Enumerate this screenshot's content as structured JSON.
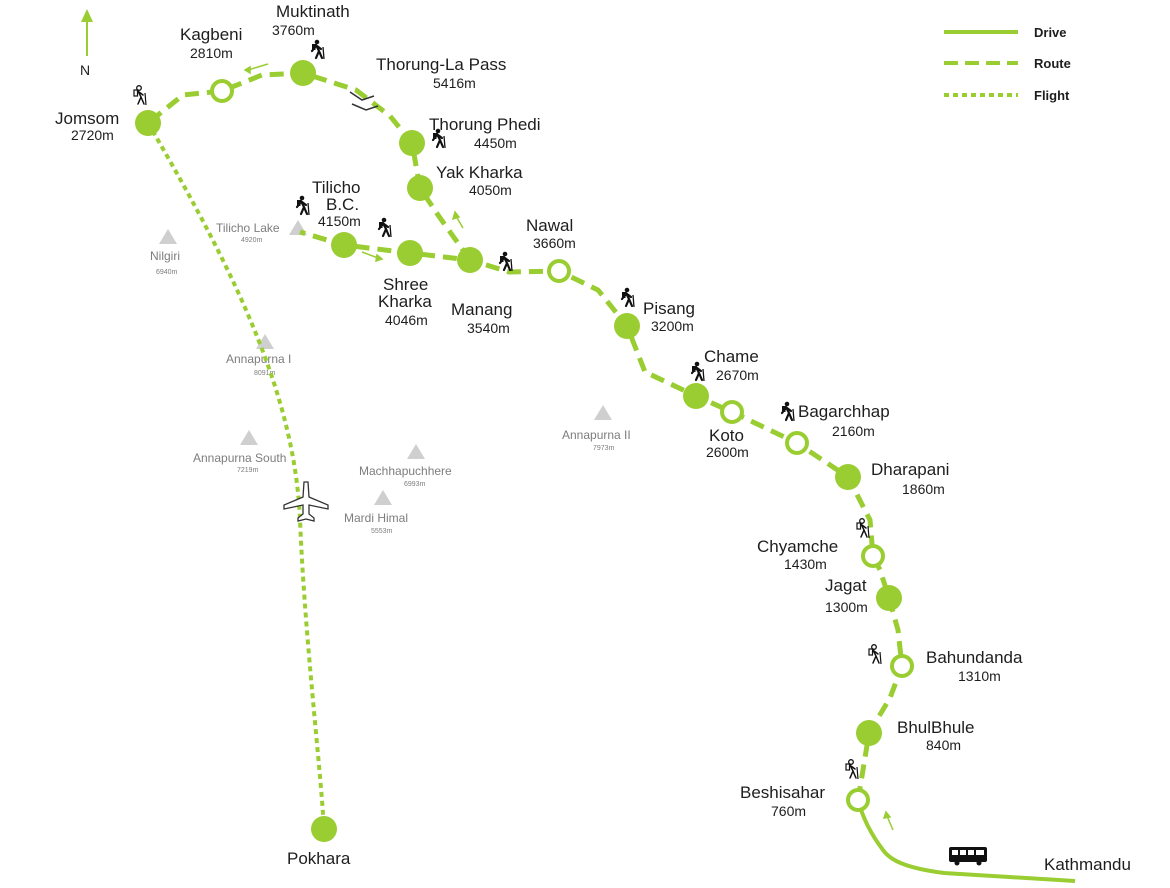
{
  "compass": {
    "label": "N",
    "icon": "north-arrow-icon"
  },
  "legend": [
    {
      "key": "drive",
      "label": "Drive"
    },
    {
      "key": "route",
      "label": "Route"
    },
    {
      "key": "flight",
      "label": "Flight"
    }
  ],
  "colors": {
    "route": "#9acd32",
    "peak": "#cfcfcf",
    "text": "#1e1e1e",
    "peak_text": "#7d7d7d"
  },
  "stops": {
    "kathmandu": {
      "name": "Kathmandu"
    },
    "beshisahar": {
      "name": "Beshisahar",
      "alt": "760m"
    },
    "bhulbhule": {
      "name": "BhulBhule",
      "alt": "840m"
    },
    "bahundanda": {
      "name": "Bahundanda",
      "alt": "1310m"
    },
    "jagat": {
      "name": "Jagat",
      "alt": "1300m"
    },
    "chyamche": {
      "name": "Chyamche",
      "alt": "1430m"
    },
    "dharapani": {
      "name": "Dharapani",
      "alt": "1860m"
    },
    "bagarchhap": {
      "name": "Bagarchhap",
      "alt": "2160m"
    },
    "koto": {
      "name": "Koto",
      "alt": "2600m"
    },
    "chame": {
      "name": "Chame",
      "alt": "2670m"
    },
    "pisang": {
      "name": "Pisang",
      "alt": "3200m"
    },
    "nawal": {
      "name": "Nawal",
      "alt": "3660m"
    },
    "manang": {
      "name": "Manang",
      "alt": "3540m"
    },
    "shree_kharka": {
      "name1": "Shree",
      "name2": "Kharka",
      "alt": "4046m"
    },
    "tilicho_bc": {
      "name1": "Tilicho",
      "name2": "B.C.",
      "alt": "4150m"
    },
    "yak_kharka": {
      "name": "Yak Kharka",
      "alt": "4050m"
    },
    "thorung_phedi": {
      "name": "Thorung Phedi",
      "alt": "4450m"
    },
    "thorung_la": {
      "name": "Thorung-La Pass",
      "alt": "5416m"
    },
    "muktinath": {
      "name": "Muktinath",
      "alt": "3760m"
    },
    "kagbeni": {
      "name": "Kagbeni",
      "alt": "2810m"
    },
    "jomsom": {
      "name": "Jomsom",
      "alt": "2720m"
    },
    "pokhara": {
      "name": "Pokhara"
    }
  },
  "peaks": {
    "tilicho_lake": {
      "name": "Tilicho Lake",
      "alt": "4920m"
    },
    "nilgiri": {
      "name": "Nilgiri",
      "alt": "6940m"
    },
    "annapurna_i": {
      "name": "Annapurna I",
      "alt": "8091m"
    },
    "annapurna_s": {
      "name": "Annapurna South",
      "alt": "7219m"
    },
    "machhapuchhre": {
      "name": "Machhapuchhere",
      "alt": "6993m"
    },
    "mardi_himal": {
      "name": "Mardi Himal",
      "alt": "5553m"
    },
    "annapurna_ii": {
      "name": "Annapurna II",
      "alt": "7973m"
    }
  }
}
